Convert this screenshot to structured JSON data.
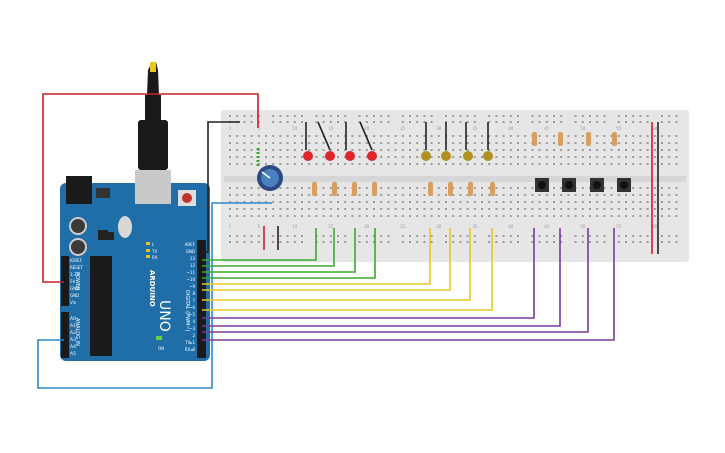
{
  "board": {
    "brand": "ARDUINO",
    "model": "UNO",
    "digital_label": "DIGITAL (PWM~)",
    "analog_label": "ANALOG IN",
    "power_label": "POWER",
    "led_on_label": "ON",
    "led_tx_label": "TX",
    "led_rx_label": "RX",
    "led_l_label": "L",
    "power_pins": [
      "IOREF",
      "RESET",
      "3.3V",
      "5V",
      "GND",
      "GND",
      "Vin"
    ],
    "analog_pins": [
      "A0",
      "A1",
      "A2",
      "A3",
      "A4",
      "A5"
    ],
    "digital_pins": [
      "AREF",
      "GND",
      "13",
      "12",
      "~11",
      "~10",
      "~9",
      "8",
      "7",
      "~6",
      "~5",
      "4",
      "~3",
      "2",
      "TX▸1",
      "RX◂0"
    ]
  },
  "breadboard": {
    "col_numbers": [
      "1",
      "5",
      "10",
      "15",
      "20",
      "25",
      "30",
      "35",
      "40",
      "45",
      "50",
      "55",
      "60"
    ],
    "row_letters_top": [
      "a",
      "b",
      "c",
      "d",
      "e"
    ],
    "row_letters_bottom": [
      "f",
      "g",
      "h",
      "i",
      "j"
    ]
  },
  "components": {
    "red_leds": 4,
    "yellow_leds": 4,
    "pushbuttons": 4,
    "resistors": 12,
    "potentiometer": 1
  },
  "colors": {
    "board_blue": "#1f6ea8",
    "breadboard": "#e6e6e6",
    "wire_red": "#c8202a",
    "wire_black": "#222222",
    "wire_green": "#3aa830",
    "wire_yellow": "#e8c820",
    "wire_purple": "#7a3a9a",
    "wire_cyan": "#2a8ac8",
    "led_red": "#e0262a",
    "led_yellow": "#b09020"
  }
}
